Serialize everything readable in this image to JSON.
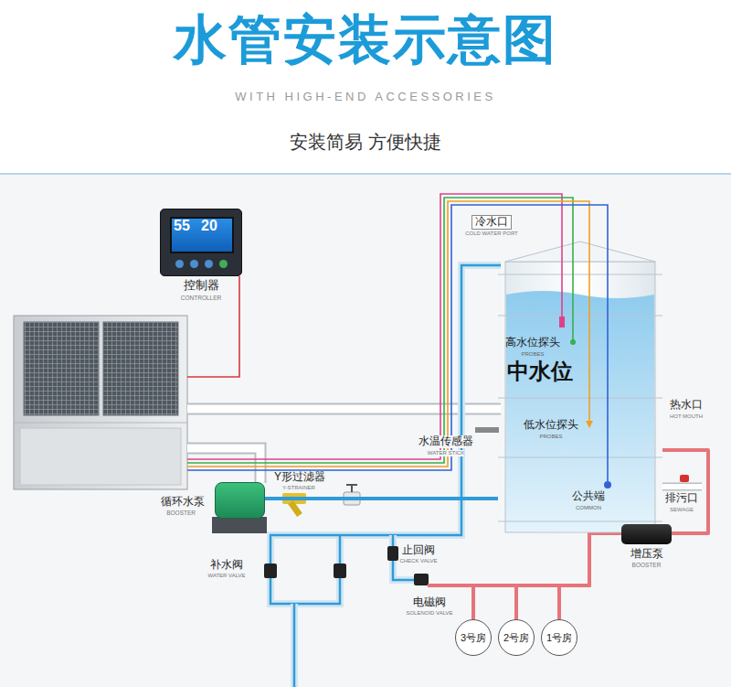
{
  "diagram": {
    "title": "水管安装示意图",
    "nodes": [
      {
        "text": [
          "控制器",
          "CONTROLLER"
        ]
      },
      {
        "text": [
          "中水位"
        ]
      },
      {
        "text": [
          "循环水泵",
          "BOOSTER"
        ]
      },
      {
        "text": [
          "增压泵",
          "BOOSTER"
        ]
      },
      {
        "text": [
          "3号房"
        ]
      },
      {
        "text": [
          "2号房"
        ]
      },
      {
        "text": [
          "1号房"
        ]
      }
    ],
    "edges": [
      {
        "from": 1,
        "to": 2,
        "arrow": "none"
      },
      {
        "from": 1,
        "to": 3,
        "arrow": "none"
      },
      {
        "from": 3,
        "to": 4,
        "arrow": "none"
      },
      {
        "from": 3,
        "to": 5,
        "arrow": "none"
      },
      {
        "from": 3,
        "to": 6,
        "arrow": "none"
      }
    ],
    "labels": [
      "WITH HIGH-END ACCESSORIES",
      "安装简易 方便快捷",
      "55",
      "20",
      "冷水口",
      "COLD WATER PORT",
      "高水位探头",
      "PROBES",
      "低水位探头",
      "PROBES",
      "水温传感器",
      "WATER STICK",
      "公共端",
      "COMMON",
      "热水口",
      "HOT MOUTH",
      "排污口",
      "SEWAGE",
      "Y形过滤器",
      "Y-STRAINER",
      "补水阀",
      "WATER VALVE",
      "止回阀",
      "CHECK VALVE",
      "电磁阀",
      "SOLENOID VALVE"
    ]
  }
}
